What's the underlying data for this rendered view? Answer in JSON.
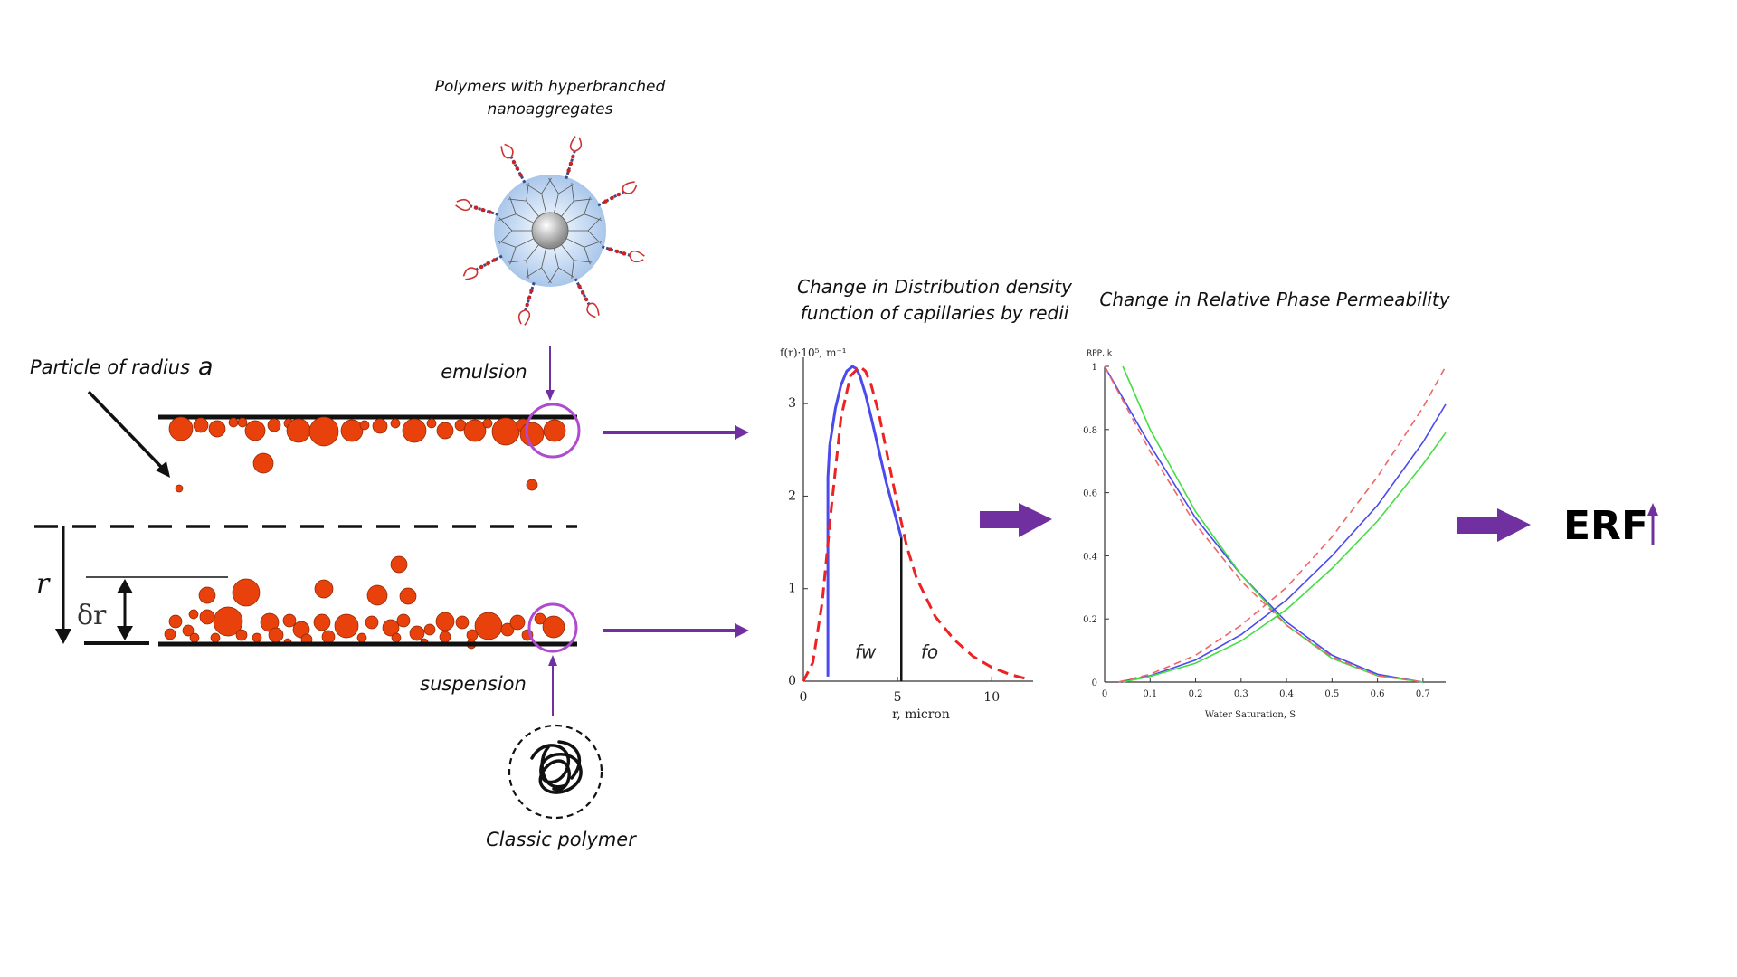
{
  "labels": {
    "hyperbranched_line1": "Polymers with hyperbranched",
    "hyperbranched_line2": "nanoaggregates",
    "particle_radius": "Particle of radius",
    "particle_symbol": "a",
    "emulsion": "emulsion",
    "suspension": "suspension",
    "classic_polymer": "Classic polymer",
    "r_symbol": "r",
    "delta_r_symbol": "δr",
    "erf": "ERF"
  },
  "colors": {
    "particle": "#e8410c",
    "particle_stroke": "#8a2500",
    "arrow_purple": "#7030a0",
    "circle_highlight": "#b04ad0",
    "curve_blue": "#4a4aee",
    "curve_red_dashed": "#ee2222",
    "curve_green": "#44dd44",
    "curve_light_red": "#ee6666"
  },
  "chart_data": [
    {
      "type": "line",
      "title_line1": "Change in Distribution density",
      "title_line2": "function of capillaries by redii",
      "ylabel": "f(r)·10⁵, m⁻¹",
      "xlabel": "r, micron",
      "xlim": [
        0,
        12.2
      ],
      "ylim": [
        0,
        3.5
      ],
      "xticks": [
        0,
        5,
        10
      ],
      "yticks": [
        0,
        1,
        2,
        3
      ],
      "annotations": [
        {
          "text": "fw",
          "x": 3.3,
          "y": 0.25
        },
        {
          "text": "fo",
          "x": 6.7,
          "y": 0.25
        }
      ],
      "marker_line_x": 5.2,
      "series": [
        {
          "style": "solid",
          "color": "#4a4aee",
          "x": [
            1.3,
            1.3,
            1.4,
            1.7,
            2.0,
            2.3,
            2.6,
            2.8,
            3.0,
            3.3,
            3.6,
            4.0,
            4.4,
            4.8,
            5.2
          ],
          "y": [
            0.05,
            2.2,
            2.55,
            2.95,
            3.2,
            3.35,
            3.4,
            3.38,
            3.3,
            3.1,
            2.85,
            2.5,
            2.15,
            1.85,
            1.55
          ]
        },
        {
          "style": "dashed",
          "color": "#ee2222",
          "x": [
            0,
            0.5,
            1.0,
            1.5,
            2.0,
            2.5,
            3.0,
            3.3,
            3.6,
            4.0,
            4.5,
            5.0,
            5.5,
            6.0,
            7.0,
            8.0,
            9.0,
            10.0,
            11.0,
            12.0
          ],
          "y": [
            0,
            0.2,
            0.85,
            1.9,
            2.85,
            3.3,
            3.4,
            3.35,
            3.2,
            2.9,
            2.4,
            1.9,
            1.45,
            1.12,
            0.7,
            0.45,
            0.27,
            0.15,
            0.07,
            0.02
          ]
        }
      ]
    },
    {
      "type": "line",
      "title": "Change in Relative Phase Permeability",
      "ylabel": "RPP, k",
      "xlabel": "Water Saturation, S",
      "xlim": [
        0,
        0.75
      ],
      "ylim": [
        0,
        1
      ],
      "xticks": [
        0,
        0.1,
        0.2,
        0.3,
        0.4,
        0.5,
        0.6,
        0.7
      ],
      "yticks": [
        0,
        0.2,
        0.4,
        0.6,
        0.8,
        1
      ],
      "series": [
        {
          "style": "solid",
          "color": "#4a4aee",
          "x": [
            0.0,
            0.1,
            0.2,
            0.3,
            0.4,
            0.5,
            0.6,
            0.7
          ],
          "y": [
            1.0,
            0.75,
            0.52,
            0.34,
            0.19,
            0.085,
            0.025,
            0.0
          ]
        },
        {
          "style": "solid",
          "color": "#44dd44",
          "x": [
            0.04,
            0.1,
            0.2,
            0.3,
            0.4,
            0.5,
            0.6,
            0.7
          ],
          "y": [
            1.0,
            0.8,
            0.54,
            0.34,
            0.18,
            0.075,
            0.02,
            0.0
          ]
        },
        {
          "style": "dashed",
          "color": "#ee6666",
          "x": [
            0.0,
            0.1,
            0.2,
            0.3,
            0.4,
            0.5,
            0.6,
            0.7
          ],
          "y": [
            1.0,
            0.73,
            0.5,
            0.32,
            0.18,
            0.08,
            0.02,
            0.0
          ]
        },
        {
          "style": "solid",
          "color": "#4a4aee",
          "x": [
            0.03,
            0.1,
            0.2,
            0.3,
            0.4,
            0.5,
            0.6,
            0.7,
            0.75
          ],
          "y": [
            0.0,
            0.02,
            0.07,
            0.15,
            0.26,
            0.4,
            0.56,
            0.76,
            0.88
          ]
        },
        {
          "style": "solid",
          "color": "#44dd44",
          "x": [
            0.04,
            0.1,
            0.2,
            0.3,
            0.4,
            0.5,
            0.6,
            0.7,
            0.75
          ],
          "y": [
            0.0,
            0.018,
            0.06,
            0.13,
            0.23,
            0.36,
            0.51,
            0.69,
            0.79
          ]
        },
        {
          "style": "dashed",
          "color": "#ee6666",
          "x": [
            0.03,
            0.1,
            0.2,
            0.3,
            0.4,
            0.5,
            0.6,
            0.7,
            0.75
          ],
          "y": [
            0.0,
            0.025,
            0.085,
            0.18,
            0.3,
            0.46,
            0.65,
            0.87,
            1.0
          ]
        }
      ]
    }
  ]
}
